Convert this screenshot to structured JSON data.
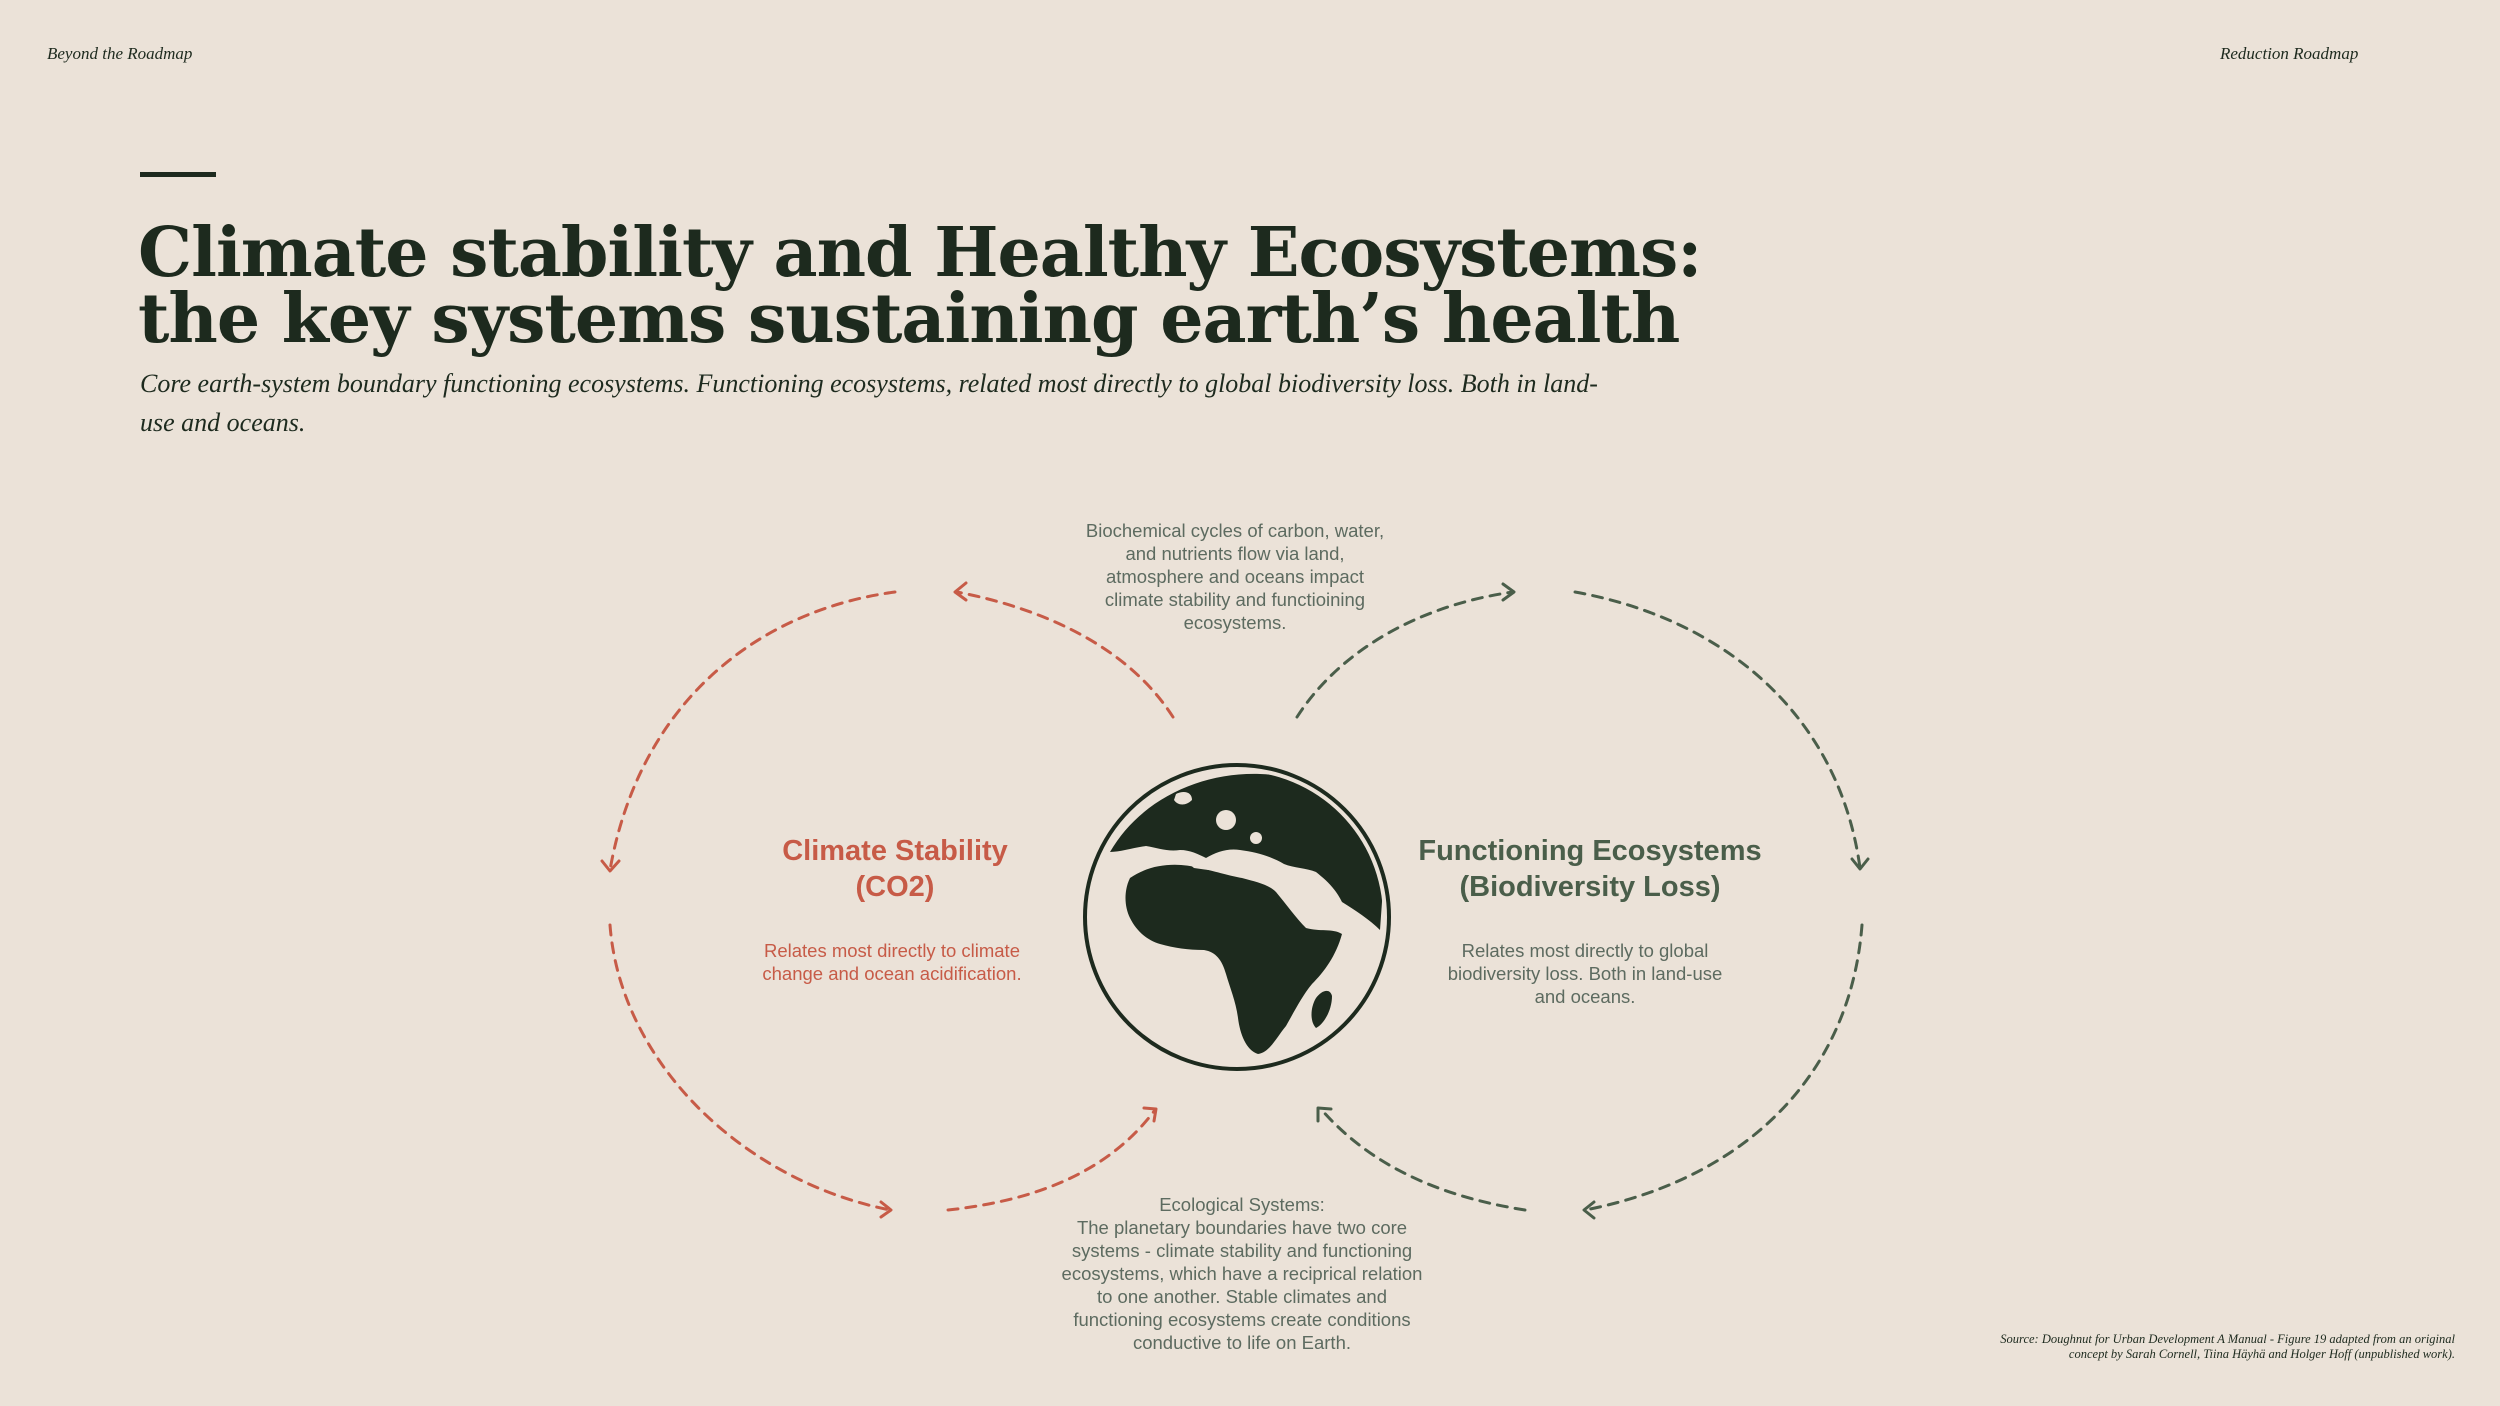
{
  "header": {
    "left_label": "Beyond the Roadmap",
    "right_label": "Reduction Roadmap"
  },
  "title_line1": "Climate stability and Healthy Ecosystems:",
  "title_line2": "the key systems sustaining earth’s health",
  "subtitle": "Core earth-system boundary functioning ecosystems. Functioning ecosystems, related most directly to global biodiversity loss. Both in land-use and oceans.",
  "diagram": {
    "top_note": "Biochemical cycles of carbon, water, and nutrients flow via land, atmosphere and oceans impact climate stability and functioining ecosystems.",
    "left_title_line1": "Climate Stability",
    "left_title_line2": "(CO2)",
    "left_desc": "Relates most directly to climate change and ocean acidification.",
    "right_title_line1": "Functioning Ecosystems",
    "right_title_line2": "(Biodiversity Loss)",
    "right_desc": "Relates most directly to global biodiversity loss. Both in land-use and oceans.",
    "bottom_note_heading": "Ecological Systems:",
    "bottom_note_body": "The planetary boundaries have two core systems - climate stability and functioning ecosystems, which have a reciprical relation to one another. Stable climates and functioning ecosystems create conditions conductive to life on Earth.",
    "center_icon": "globe-icon"
  },
  "source": {
    "line1": "Source: Doughnut for Urban Development A Manual - Figure 19 adapted from an original",
    "line2": "concept by Sarah Cornell, Tiina Häyhä and Holger Hoff (unpublished work)."
  },
  "colors": {
    "background": "#ebe2d8",
    "ink": "#1d2a1e",
    "climate_red": "#c75b47",
    "ecosystem_green": "#4a5e4a",
    "note_gray": "#5d6b60"
  }
}
